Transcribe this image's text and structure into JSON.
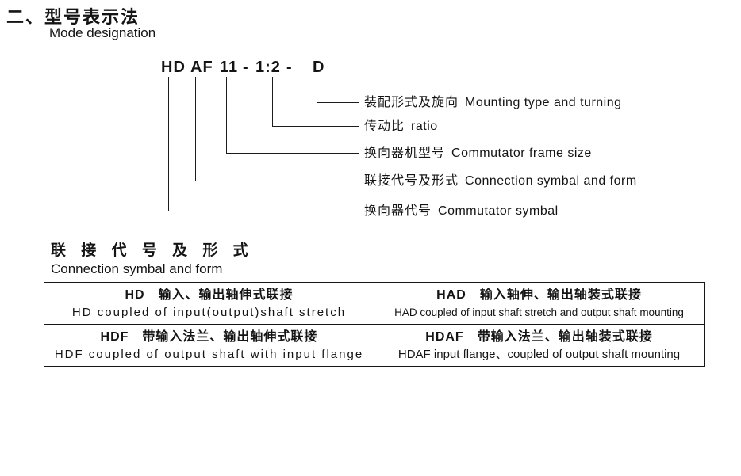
{
  "header": {
    "title_zh": "二、型号表示法",
    "title_en": "Mode designation"
  },
  "designation": {
    "code_parts": [
      "HD",
      "AF",
      "11",
      "-",
      "1:2",
      "-",
      "D"
    ],
    "callouts": [
      {
        "label_zh": "装配形式及旋向",
        "label_en": "Mounting type and turning"
      },
      {
        "label_zh": "传动比",
        "label_en": "ratio"
      },
      {
        "label_zh": "换向器机型号",
        "label_en": "Commutator frame size"
      },
      {
        "label_zh": "联接代号及形式",
        "label_en": "Connection symbal and form"
      },
      {
        "label_zh": "换向器代号",
        "label_en": "Commutator symbal"
      }
    ]
  },
  "connection_table": {
    "title_zh": "联 接 代 号 及 形 式",
    "title_en": "Connection symbal and form",
    "rows": [
      [
        {
          "zh": "HD　输入、输出轴伸式联接",
          "en": "HD coupled of input(output)shaft stretch"
        },
        {
          "zh": "HAD　输入轴伸、输出轴装式联接",
          "en": "HAD coupled of input shaft stretch and output shaft mounting"
        }
      ],
      [
        {
          "zh": "HDF　带输入法兰、输出轴伸式联接",
          "en": "HDF coupled of output shaft with input flange"
        },
        {
          "zh": "HDAF　带输入法兰、输出轴装式联接",
          "en": "HDAF input flange、coupled of output shaft mounting"
        }
      ]
    ]
  }
}
